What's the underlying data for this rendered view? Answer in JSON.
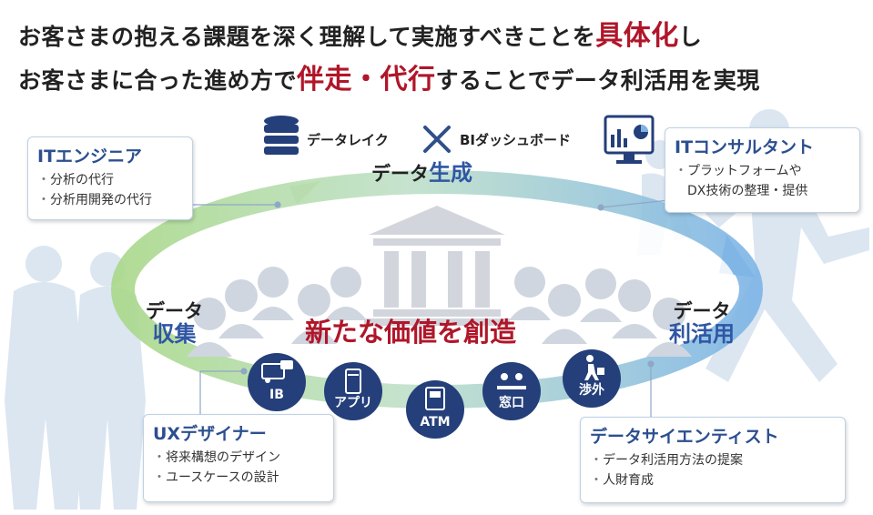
{
  "headline": {
    "line1_pre": "お客さまの抱える課題を深く理解して実施すべきことを",
    "line1_em": "具体化",
    "line1_post": "し",
    "line2_pre": "お客さまに合った進め方で",
    "line2_em": "伴走・代行",
    "line2_post": "することでデータ利活用を実現"
  },
  "tools": {
    "datalake": "データレイク",
    "cross": "×",
    "bi": "BIダッシュボード"
  },
  "stages": {
    "generate": {
      "a": "データ",
      "b": "生成"
    },
    "collect": {
      "a": "データ",
      "b": "収集"
    },
    "utilize": {
      "a": "データ",
      "b": "利活用"
    }
  },
  "center_message": "新たな価値を創造",
  "channels": [
    {
      "label": "IB",
      "icon": "online-banking-icon"
    },
    {
      "label": "アプリ",
      "icon": "smartphone-app-icon"
    },
    {
      "label": "ATM",
      "icon": "atm-icon"
    },
    {
      "label": "窓口",
      "icon": "counter-icon"
    },
    {
      "label": "渉外",
      "icon": "sales-visit-icon"
    }
  ],
  "roles": {
    "it_engineer": {
      "title": "ITエンジニア",
      "items": [
        "分析の代行",
        "分析用開発の代行"
      ]
    },
    "it_consultant": {
      "title": "ITコンサルタント",
      "items": [
        "プラットフォームや",
        "DX技術の整理・提供"
      ]
    },
    "ux_designer": {
      "title": "UXデザイナー",
      "items": [
        "将来構想のデザイン",
        "ユースケースの設計"
      ]
    },
    "data_scientist": {
      "title": "データサイエンティスト",
      "items": [
        "データ利活用方法の提案",
        "人財育成"
      ]
    }
  },
  "colors": {
    "accent_red": "#b01629",
    "navy": "#243f7a",
    "title_blue": "#2c4f8f",
    "ring_green": "#9ed27a",
    "ring_blue": "#7fb3e3"
  }
}
